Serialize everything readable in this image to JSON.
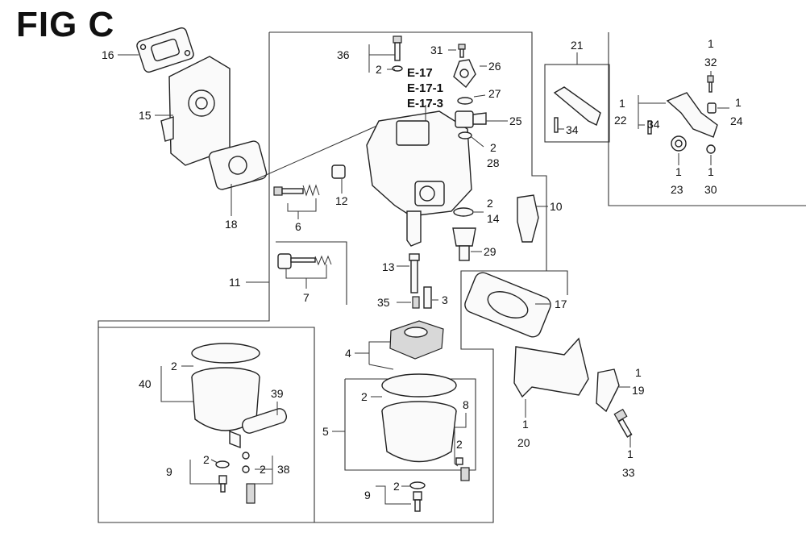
{
  "title": "FIG C",
  "section_refs": [
    "E-17",
    "E-17-1",
    "E-17-3"
  ],
  "callouts": [
    {
      "id": "c16",
      "text": "16"
    },
    {
      "id": "c15",
      "text": "15"
    },
    {
      "id": "c18",
      "text": "18"
    },
    {
      "id": "c36",
      "text": "36"
    },
    {
      "id": "c36q",
      "text": "2"
    },
    {
      "id": "c31",
      "text": "31"
    },
    {
      "id": "c26",
      "text": "26"
    },
    {
      "id": "c27",
      "text": "27"
    },
    {
      "id": "c25",
      "text": "25"
    },
    {
      "id": "c28q",
      "text": "2"
    },
    {
      "id": "c28",
      "text": "28"
    },
    {
      "id": "c12",
      "text": "12"
    },
    {
      "id": "c6",
      "text": "6"
    },
    {
      "id": "c14q",
      "text": "2"
    },
    {
      "id": "c14",
      "text": "14"
    },
    {
      "id": "c10",
      "text": "10"
    },
    {
      "id": "c29",
      "text": "29"
    },
    {
      "id": "c21",
      "text": "21"
    },
    {
      "id": "c34a",
      "text": "34"
    },
    {
      "id": "c22q",
      "text": "1"
    },
    {
      "id": "c22",
      "text": "22"
    },
    {
      "id": "c34b",
      "text": "34"
    },
    {
      "id": "c32q",
      "text": "1"
    },
    {
      "id": "c32",
      "text": "32"
    },
    {
      "id": "c24q",
      "text": "1"
    },
    {
      "id": "c24",
      "text": "24"
    },
    {
      "id": "c23q",
      "text": "1"
    },
    {
      "id": "c23",
      "text": "23"
    },
    {
      "id": "c30q",
      "text": "1"
    },
    {
      "id": "c30",
      "text": "30"
    },
    {
      "id": "c11",
      "text": "11"
    },
    {
      "id": "c7",
      "text": "7"
    },
    {
      "id": "c13",
      "text": "13"
    },
    {
      "id": "c35",
      "text": "35"
    },
    {
      "id": "c3",
      "text": "3"
    },
    {
      "id": "c17",
      "text": "17"
    },
    {
      "id": "c4",
      "text": "4"
    },
    {
      "id": "c40q",
      "text": "2"
    },
    {
      "id": "c40",
      "text": "40"
    },
    {
      "id": "c39",
      "text": "39"
    },
    {
      "id": "c9aq",
      "text": "2"
    },
    {
      "id": "c9a",
      "text": "9"
    },
    {
      "id": "c38q",
      "text": "2"
    },
    {
      "id": "c38",
      "text": "38"
    },
    {
      "id": "c5q",
      "text": "2"
    },
    {
      "id": "c5",
      "text": "5"
    },
    {
      "id": "c8",
      "text": "8"
    },
    {
      "id": "c8q",
      "text": "2"
    },
    {
      "id": "c9bq",
      "text": "2"
    },
    {
      "id": "c9b",
      "text": "9"
    },
    {
      "id": "c19q",
      "text": "1"
    },
    {
      "id": "c19",
      "text": "19"
    },
    {
      "id": "c20q",
      "text": "1"
    },
    {
      "id": "c20",
      "text": "20"
    },
    {
      "id": "c33q",
      "text": "1"
    },
    {
      "id": "c33",
      "text": "33"
    }
  ]
}
